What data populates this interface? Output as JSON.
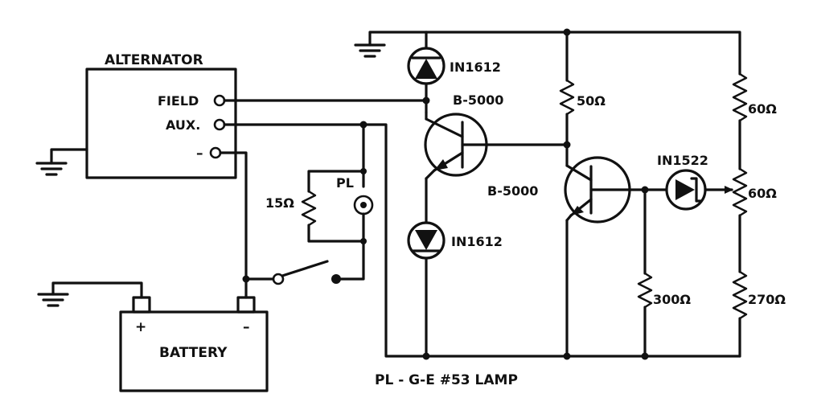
{
  "labels": {
    "alternator": "ALTERNATOR",
    "field": "FIELD",
    "aux": "AUX.",
    "minus_terminal": "–",
    "battery": "BATTERY",
    "battery_plus": "+",
    "battery_minus": "–",
    "resistor_15": "15Ω",
    "pilot_lamp": "PL",
    "diode_top": "IN1612",
    "diode_bottom": "IN1612",
    "transistor_1": "B-5000",
    "transistor_2": "B-5000",
    "resistor_50": "50Ω",
    "resistor_60_top": "60Ω",
    "resistor_60_pot": "60Ω",
    "resistor_300": "300Ω",
    "resistor_270": "270Ω",
    "diode_zener": "IN1522",
    "footnote": "PL - G-E #53 LAMP"
  }
}
